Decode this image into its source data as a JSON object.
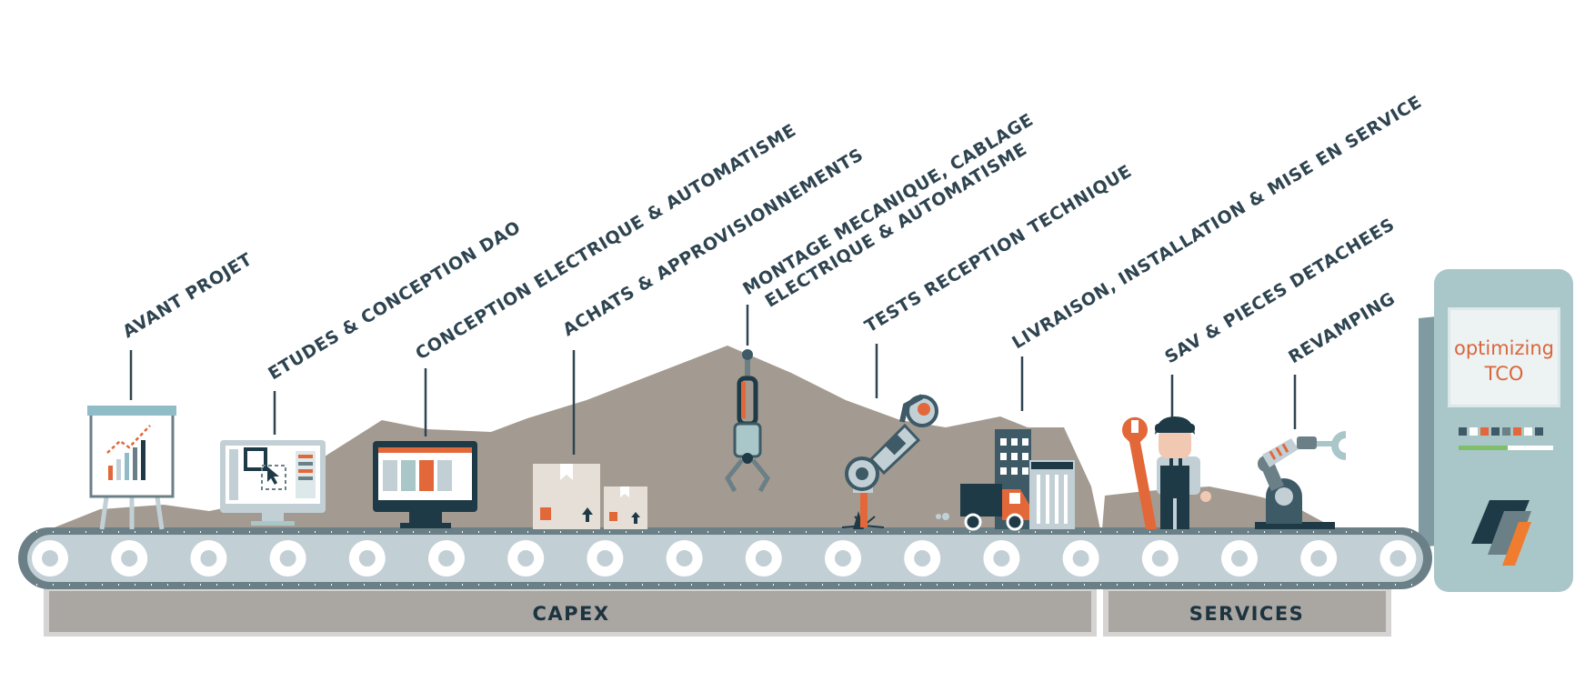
{
  "stages": [
    {
      "id": "avant-projet",
      "lines": [
        "AVANT PROJET"
      ]
    },
    {
      "id": "etudes",
      "lines": [
        "ETUDES & CONCEPTION DAO"
      ]
    },
    {
      "id": "conception",
      "lines": [
        "CONCEPTION ELECTRIQUE & AUTOMATISME"
      ]
    },
    {
      "id": "achats",
      "lines": [
        "ACHATS & APPROVISIONNEMENTS"
      ]
    },
    {
      "id": "montage",
      "lines": [
        "MONTAGE MECANIQUE, CABLAGE",
        "ELECTRIQUE & AUTOMATISME"
      ]
    },
    {
      "id": "tests",
      "lines": [
        "TESTS RECEPTION TECHNIQUE"
      ]
    },
    {
      "id": "livraison",
      "lines": [
        "LIVRAISON, INSTALLATION & MISE EN SERVICE"
      ]
    },
    {
      "id": "sav",
      "lines": [
        "SAV & PIECES DETACHEES"
      ]
    },
    {
      "id": "revamping",
      "lines": [
        "REVAMPING"
      ]
    }
  ],
  "bands": {
    "capex": "CAPEX",
    "services": "SERVICES"
  },
  "tco": {
    "line1": "optimizing",
    "line2": "TCO"
  },
  "colors": {
    "text_dark": "#2e4450",
    "mountain": "#a39b91",
    "conveyor": "#c2d0d6",
    "conveyor_rim": "#6b7f87",
    "accent": "#e2683a",
    "machine": "#a9c6c9",
    "band": "#aaa6a2"
  },
  "icons": [
    "presentation-board-icon",
    "cad-computer-icon",
    "monitor-icon",
    "boxes-icon",
    "gripper-icon",
    "welding-robot-icon",
    "truck-building-icon",
    "mechanic-icon",
    "robot-arm-icon",
    "brand-logo-icon"
  ]
}
